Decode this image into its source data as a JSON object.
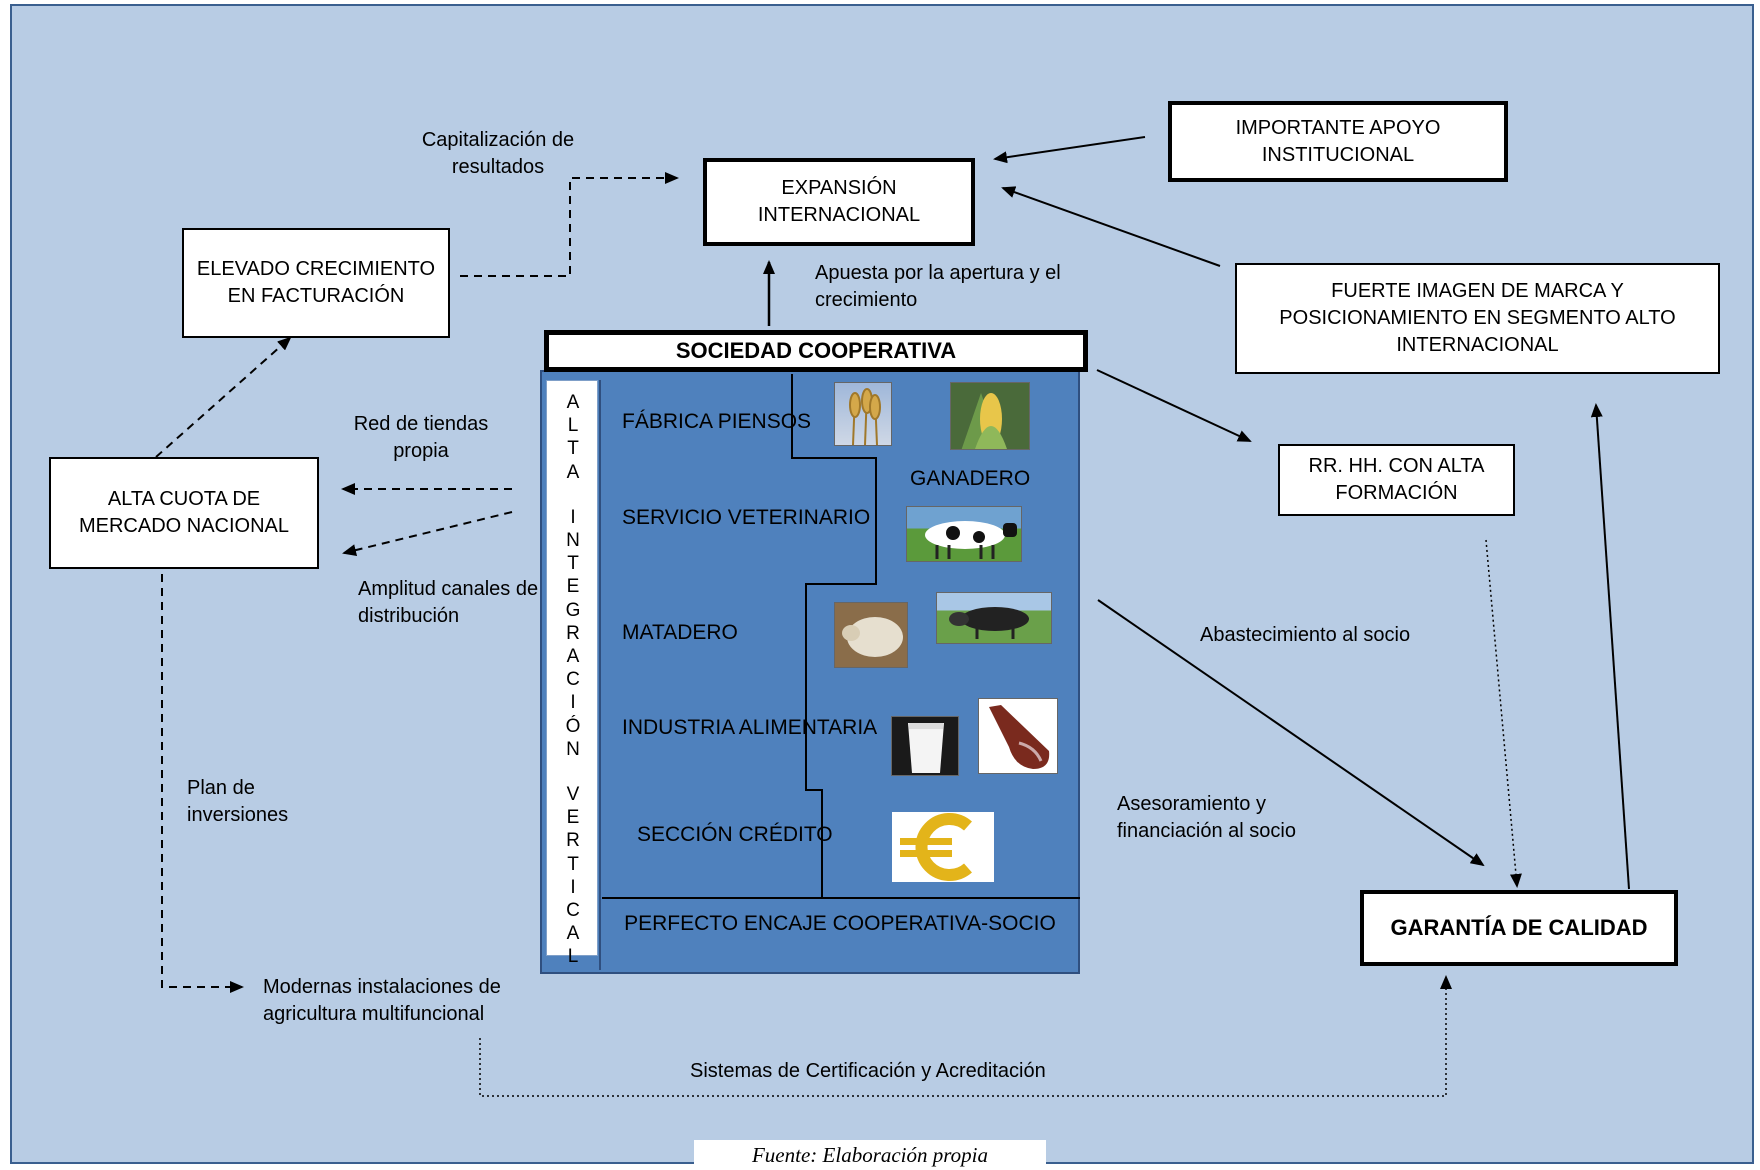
{
  "boxes": {
    "apoyo": "IMPORTANTE APOYO INSTITUCIONAL",
    "expansion": "EXPANSIÓN INTERNACIONAL",
    "facturacion": "ELEVADO CRECIMIENTO EN FACTURACIÓN",
    "marca": "FUERTE IMAGEN DE MARCA Y POSICIONAMIENTO EN SEGMENTO ALTO INTERNACIONAL",
    "cuota": "ALTA CUOTA DE MERCADO NACIONAL",
    "rrhh": "RR. HH. CON ALTA FORMACIÓN",
    "garantia": "GARANTÍA DE CALIDAD"
  },
  "labels": {
    "capitalizacion": "Capitalización de resultados",
    "apuesta": "Apuesta por la apertura y el crecimiento",
    "red_tiendas": "Red de tiendas propia",
    "amplitud": "Amplitud canales de distribución",
    "plan": "Plan de inversiones",
    "modernas": "Modernas instalaciones de agricultura multifuncional",
    "sistemas": "Sistemas de Certificación y Acreditación",
    "abastecimiento": "Abastecimiento al socio",
    "asesoramiento": "Asesoramiento y financiación al socio"
  },
  "cooperativa": {
    "title": "SOCIEDAD COOPERATIVA",
    "vertical_text": "ALTA INTEGRACIÓN VERTICAL",
    "sections": [
      "FÁBRICA PIENSOS",
      "SERVICIO VETERINARIO",
      "MATADERO",
      "INDUSTRIA ALIMENTARIA",
      "SECCIÓN CRÉDITO"
    ],
    "ganadero": "GANADERO",
    "encaje": "PERFECTO ENCAJE COOPERATIVA-SOCIO",
    "images": [
      "wheat",
      "corn",
      "cow",
      "sheep",
      "pig",
      "milk-glass",
      "ham",
      "euro-sign"
    ]
  },
  "source": "Fuente: Elaboración propia",
  "colors": {
    "background": "#b8cce4",
    "cooperative_fill": "#4f81bd"
  }
}
